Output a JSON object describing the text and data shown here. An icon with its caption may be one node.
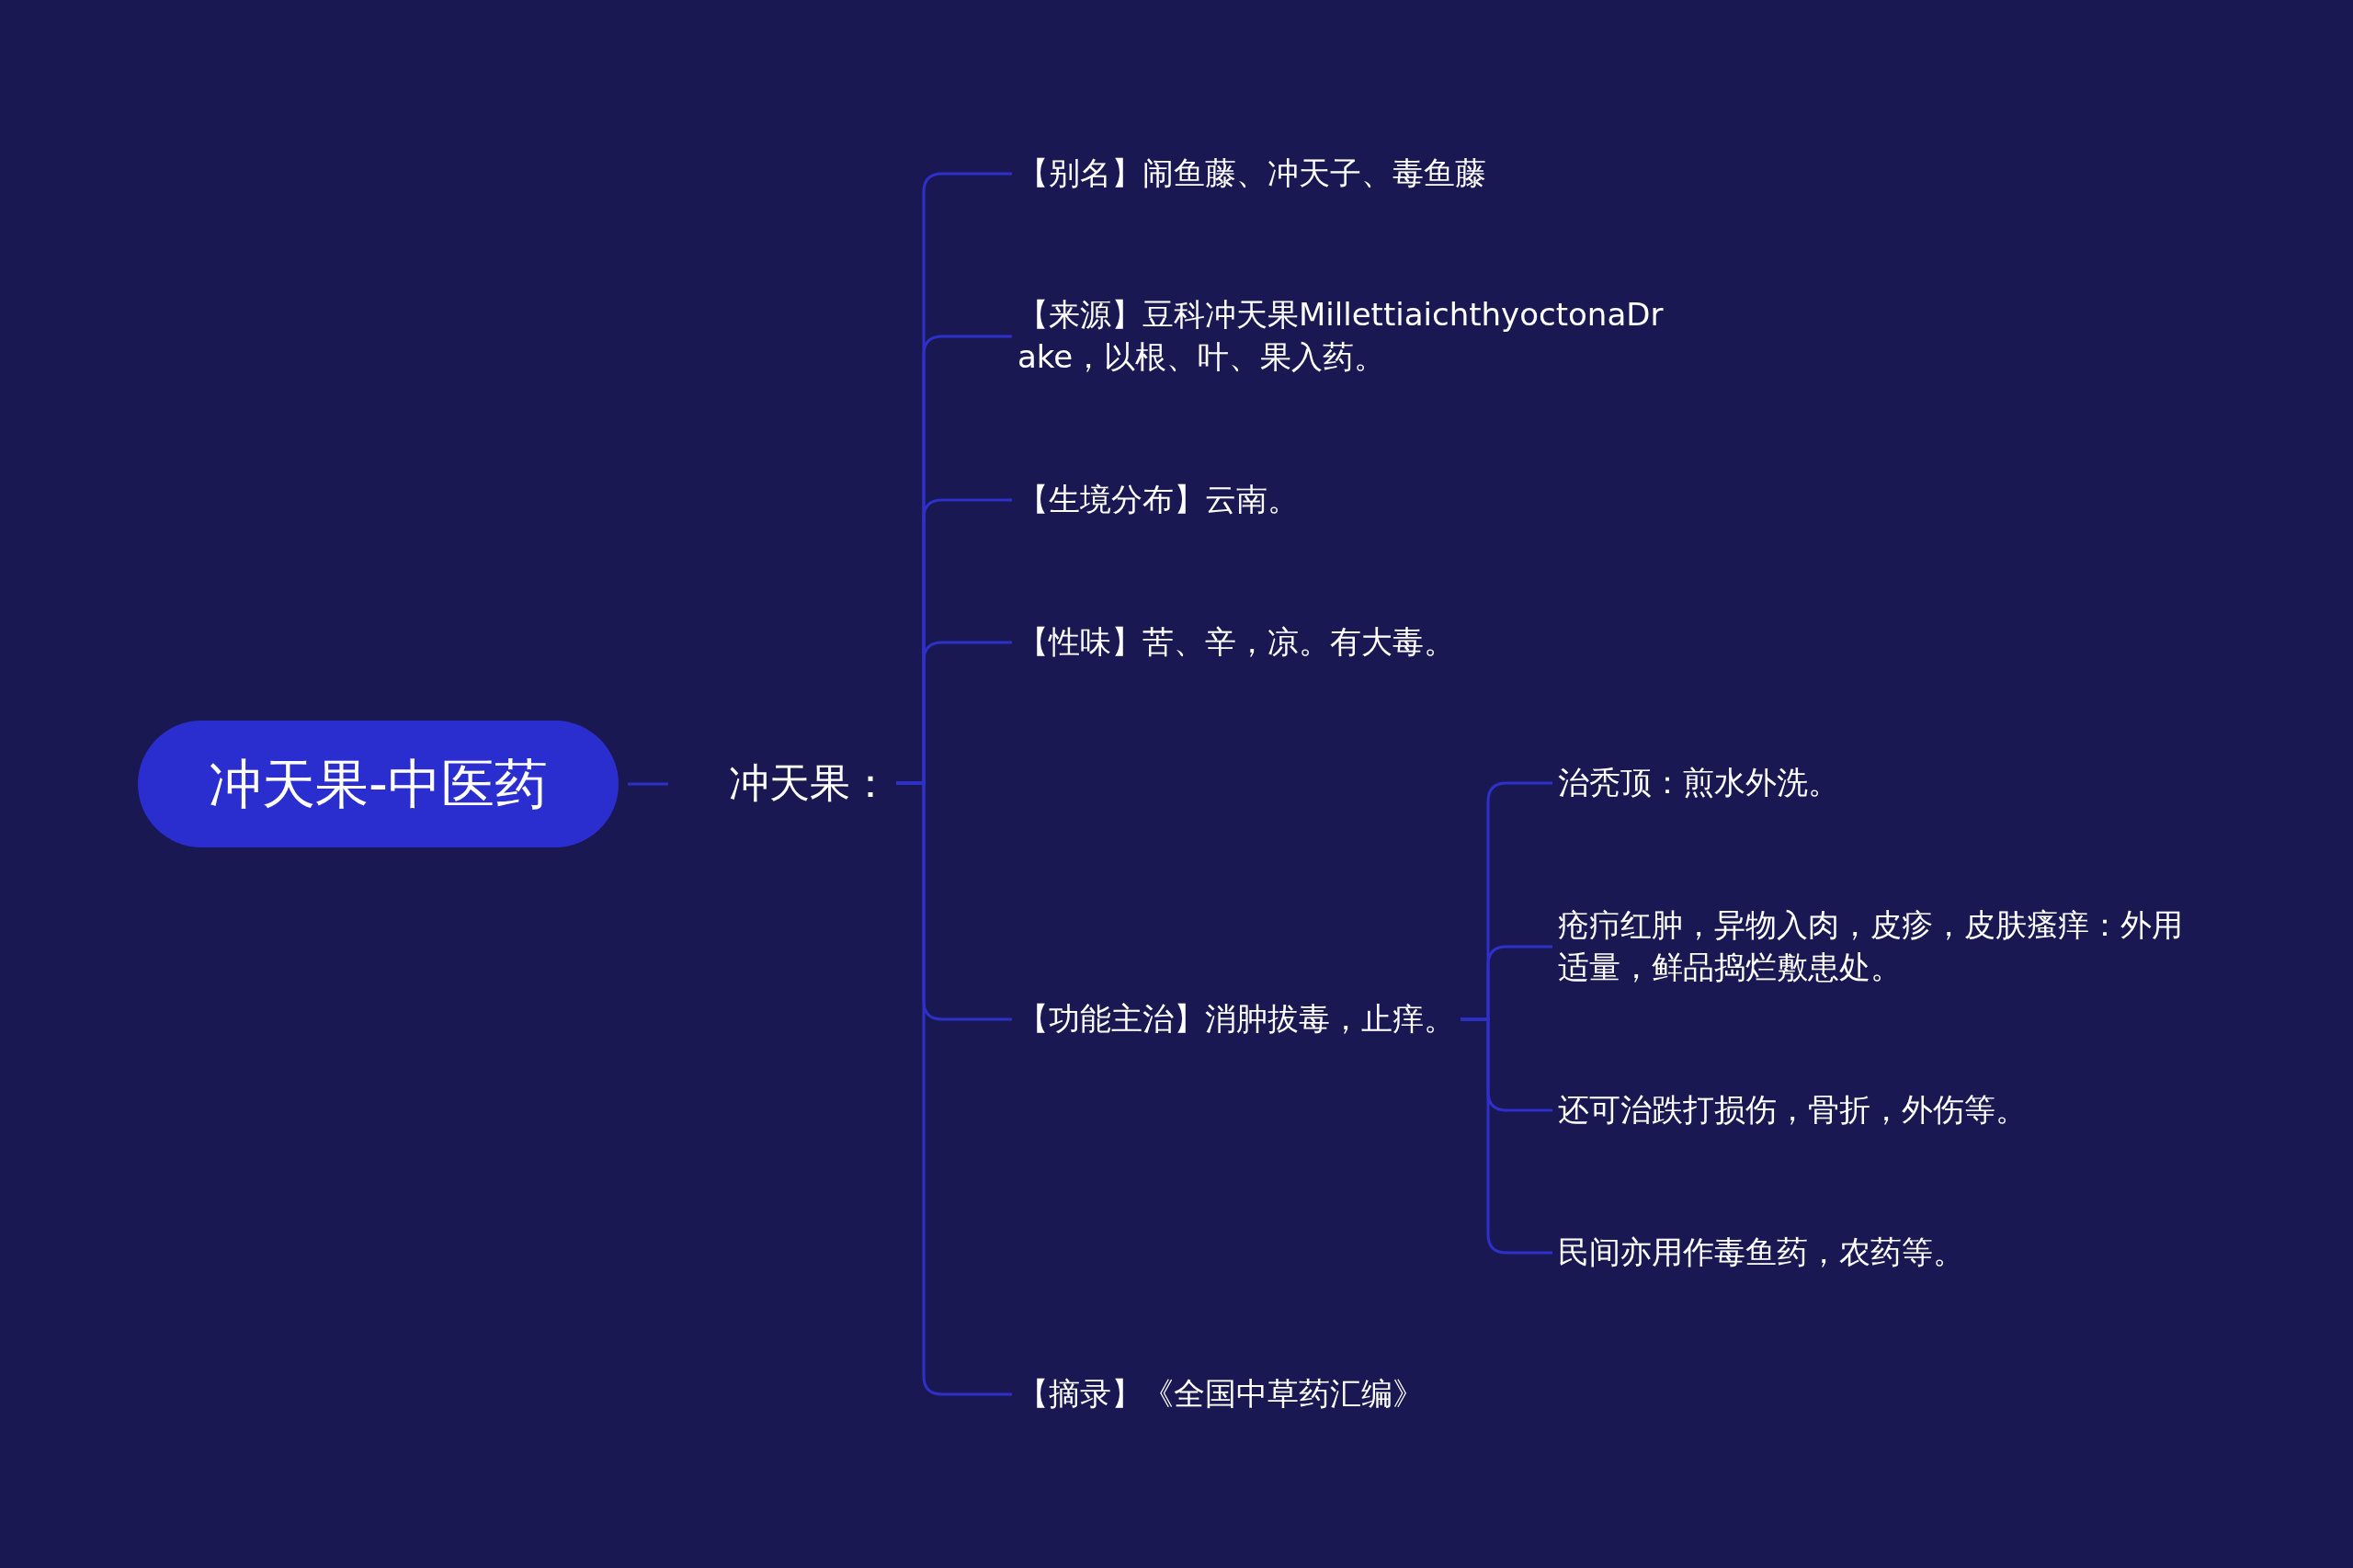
{
  "diagram": {
    "nodes": [
      {
        "text": [
          "冲天果-中医药"
        ]
      },
      {
        "text": [
          "冲天果："
        ]
      },
      {
        "text": [
          "【别名】闹鱼藤、冲天子、毒鱼藤"
        ]
      },
      {
        "text": [
          "【来源】豆科冲天果MillettiaichthyoctonaDrake，以根、叶、果入药。"
        ]
      },
      {
        "text": [
          "【生境分布】云南。"
        ]
      },
      {
        "text": [
          "【性味】苦、辛，凉。有大毒。"
        ]
      },
      {
        "text": [
          "【功能主治】消肿拔毒，止痒。"
        ]
      },
      {
        "text": [
          "【摘录】《全国中草药汇编》"
        ]
      },
      {
        "text": [
          "治秃顶：煎水外洗。"
        ]
      },
      {
        "text": [
          "疮疖红肿，异物入肉，皮疹，皮肤瘙痒：外用适量，鲜品捣烂敷患处。"
        ]
      },
      {
        "text": [
          "还可治跌打损伤，骨折，外伤等。"
        ]
      },
      {
        "text": [
          "民间亦用作毒鱼药，农药等。"
        ]
      }
    ],
    "edges": [
      {
        "from": 0,
        "to": 1,
        "arrow": "none"
      },
      {
        "from": 1,
        "to": 2,
        "arrow": "none"
      },
      {
        "from": 1,
        "to": 3,
        "arrow": "none"
      },
      {
        "from": 1,
        "to": 4,
        "arrow": "none"
      },
      {
        "from": 1,
        "to": 5,
        "arrow": "none"
      },
      {
        "from": 1,
        "to": 6,
        "arrow": "none"
      },
      {
        "from": 1,
        "to": 7,
        "arrow": "none"
      },
      {
        "from": 6,
        "to": 8,
        "arrow": "none"
      },
      {
        "from": 6,
        "to": 9,
        "arrow": "none"
      },
      {
        "from": 6,
        "to": 10,
        "arrow": "none"
      },
      {
        "from": 6,
        "to": 11,
        "arrow": "none"
      }
    ]
  }
}
